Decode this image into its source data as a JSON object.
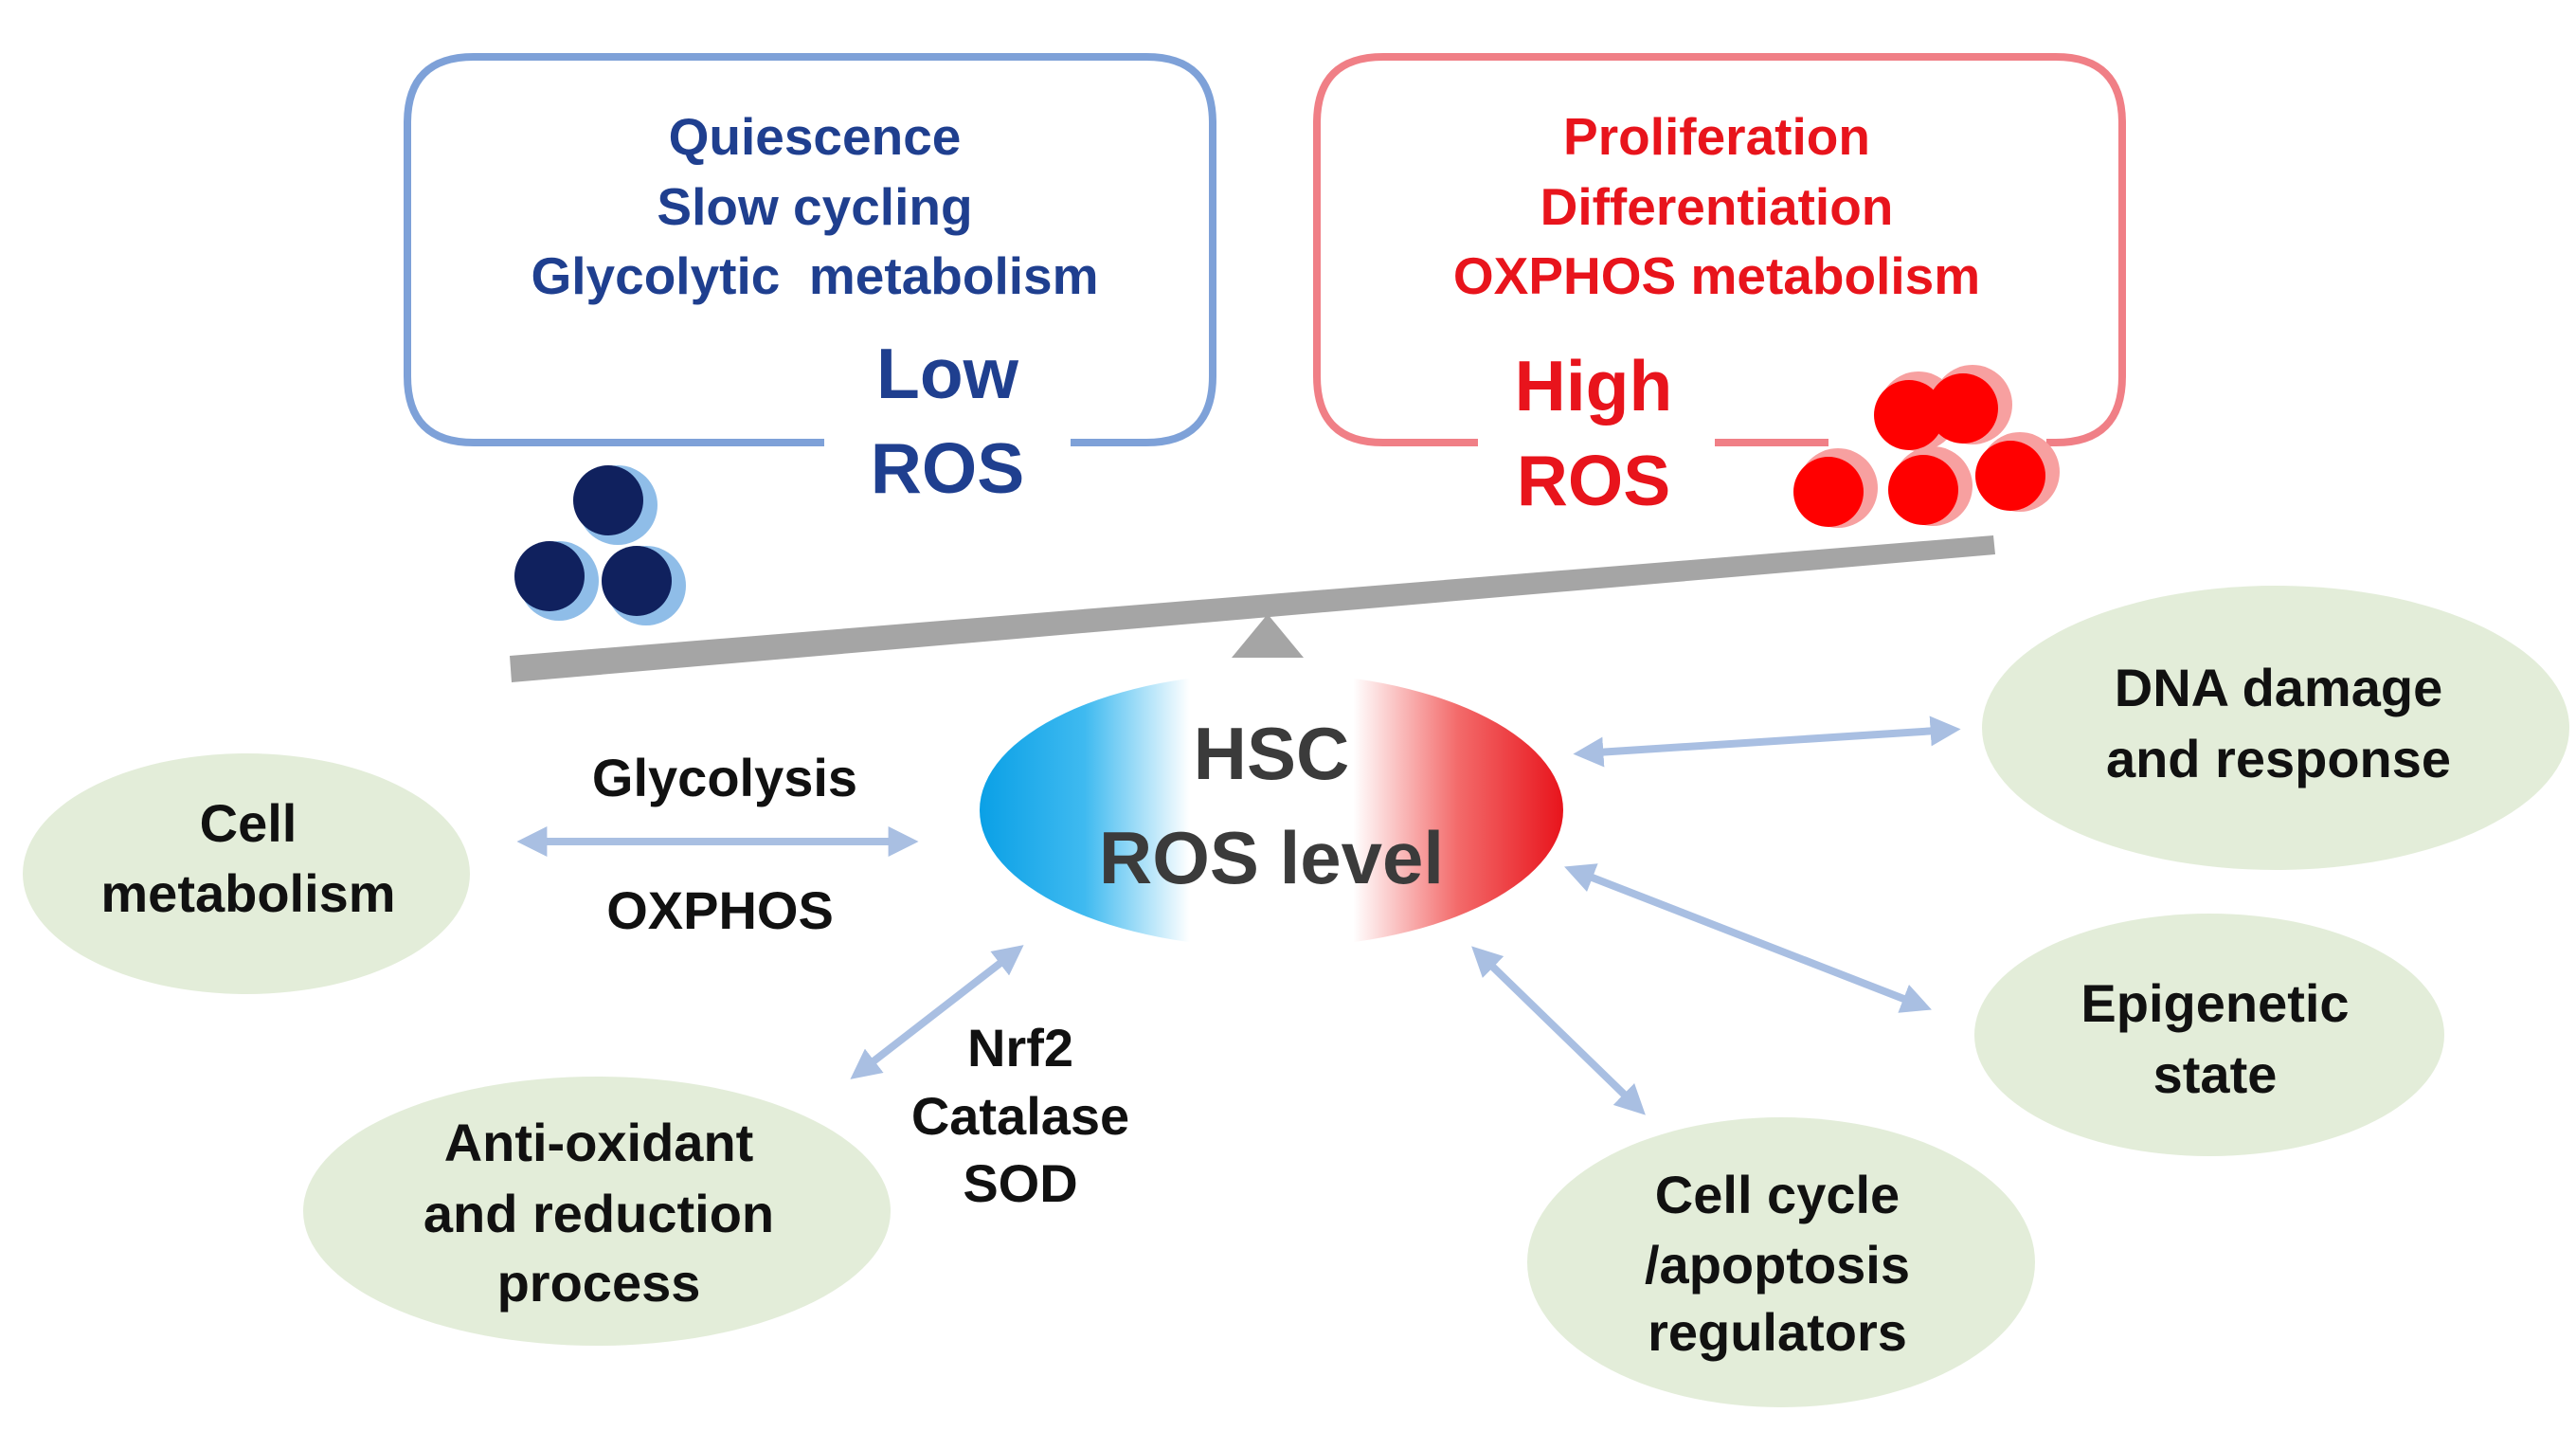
{
  "low_box": {
    "lines": [
      "Quiescence",
      "Slow cycling",
      "Glycolytic  metabolism"
    ],
    "level": "Low",
    "ros": "ROS"
  },
  "high_box": {
    "lines": [
      "Proliferation",
      "Differentiation",
      "OXPHOS metabolism"
    ],
    "level": "High",
    "ros": "ROS"
  },
  "center": {
    "line1": "HSC",
    "line2": "ROS level"
  },
  "nodes": {
    "cell_metabolism": [
      "Cell",
      "metabolism"
    ],
    "antioxidant": [
      "Anti-oxidant",
      "and reduction",
      "process"
    ],
    "cell_cycle": [
      "Cell cycle",
      "/apoptosis",
      "regulators"
    ],
    "epigenetic": [
      "Epigenetic",
      "state"
    ],
    "dna_damage": [
      "DNA damage",
      "and response"
    ]
  },
  "edge_labels": {
    "glycolysis": "Glycolysis",
    "oxphos": "OXPHOS",
    "antioxidant_enzymes": [
      "Nrf2",
      "Catalase",
      "SOD"
    ]
  },
  "colors": {
    "low_blue": "#1f3f8f",
    "low_box_border": "#7ea1d8",
    "high_red": "#e8141c",
    "high_box_border": "#f07f86",
    "node_fill": "#e3edd9",
    "arrow": "#a9bfe2",
    "beam": "#a5a5a5",
    "navy_cell": "#10215e",
    "red_cell": "#ff0000"
  }
}
